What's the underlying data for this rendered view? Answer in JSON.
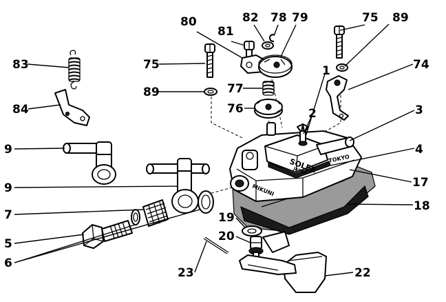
{
  "labels": {
    "p1": "1",
    "p2": "2",
    "p3": "3",
    "p4": "4",
    "p5": "5",
    "p6": "6",
    "p7": "7",
    "p9a": "9",
    "p9b": "9",
    "p17": "17",
    "p18": "18",
    "p19": "19",
    "p20": "20",
    "p22": "22",
    "p23": "23",
    "p74": "74",
    "p75a": "75",
    "p75b": "75",
    "p76": "76",
    "p77": "77",
    "p78": "78",
    "p79": "79",
    "p80": "80",
    "p81": "81",
    "p82": "82",
    "p83": "83",
    "p84": "84",
    "p89a": "89",
    "p89b": "89"
  },
  "markings": {
    "brand": "SOLEX",
    "country": "JAPAN",
    "maker_side": "MIKUNI",
    "maker_front": "TOKYO"
  }
}
